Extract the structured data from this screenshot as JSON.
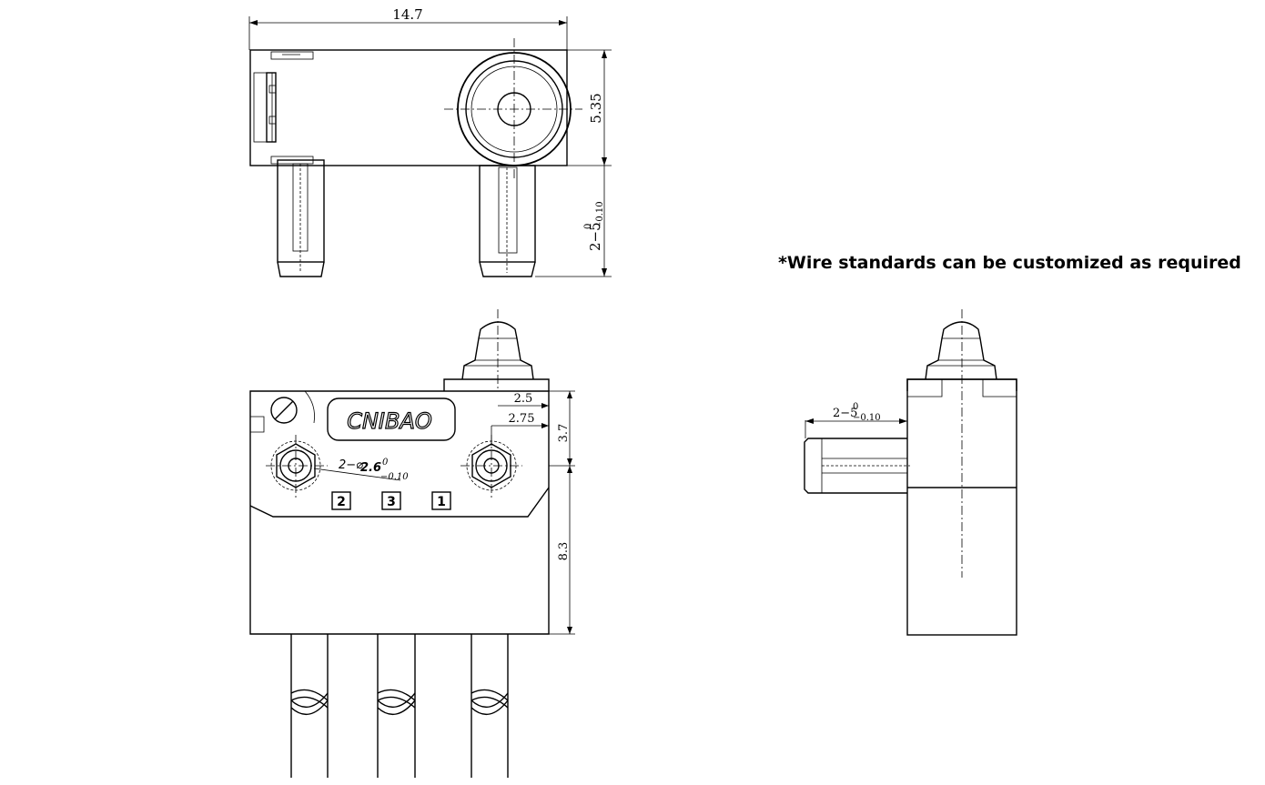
{
  "note": "*Wire standards can be customized as required",
  "brand": "CNIBAO",
  "dimensions": {
    "width": "14.7",
    "height_top": "5.35",
    "pin_prefix": "2−5",
    "pin_sup": "0",
    "pin_sub": "−0.10",
    "offset_1": "2.5",
    "offset_2": "2.75",
    "height_upper": "3.7",
    "height_lower": "8.3",
    "hole_prefix": "2−⌀",
    "hole_value": "2.6",
    "hole_sup": "0",
    "hole_sub": "−0.10"
  },
  "terminals": [
    "2",
    "3",
    "1"
  ]
}
